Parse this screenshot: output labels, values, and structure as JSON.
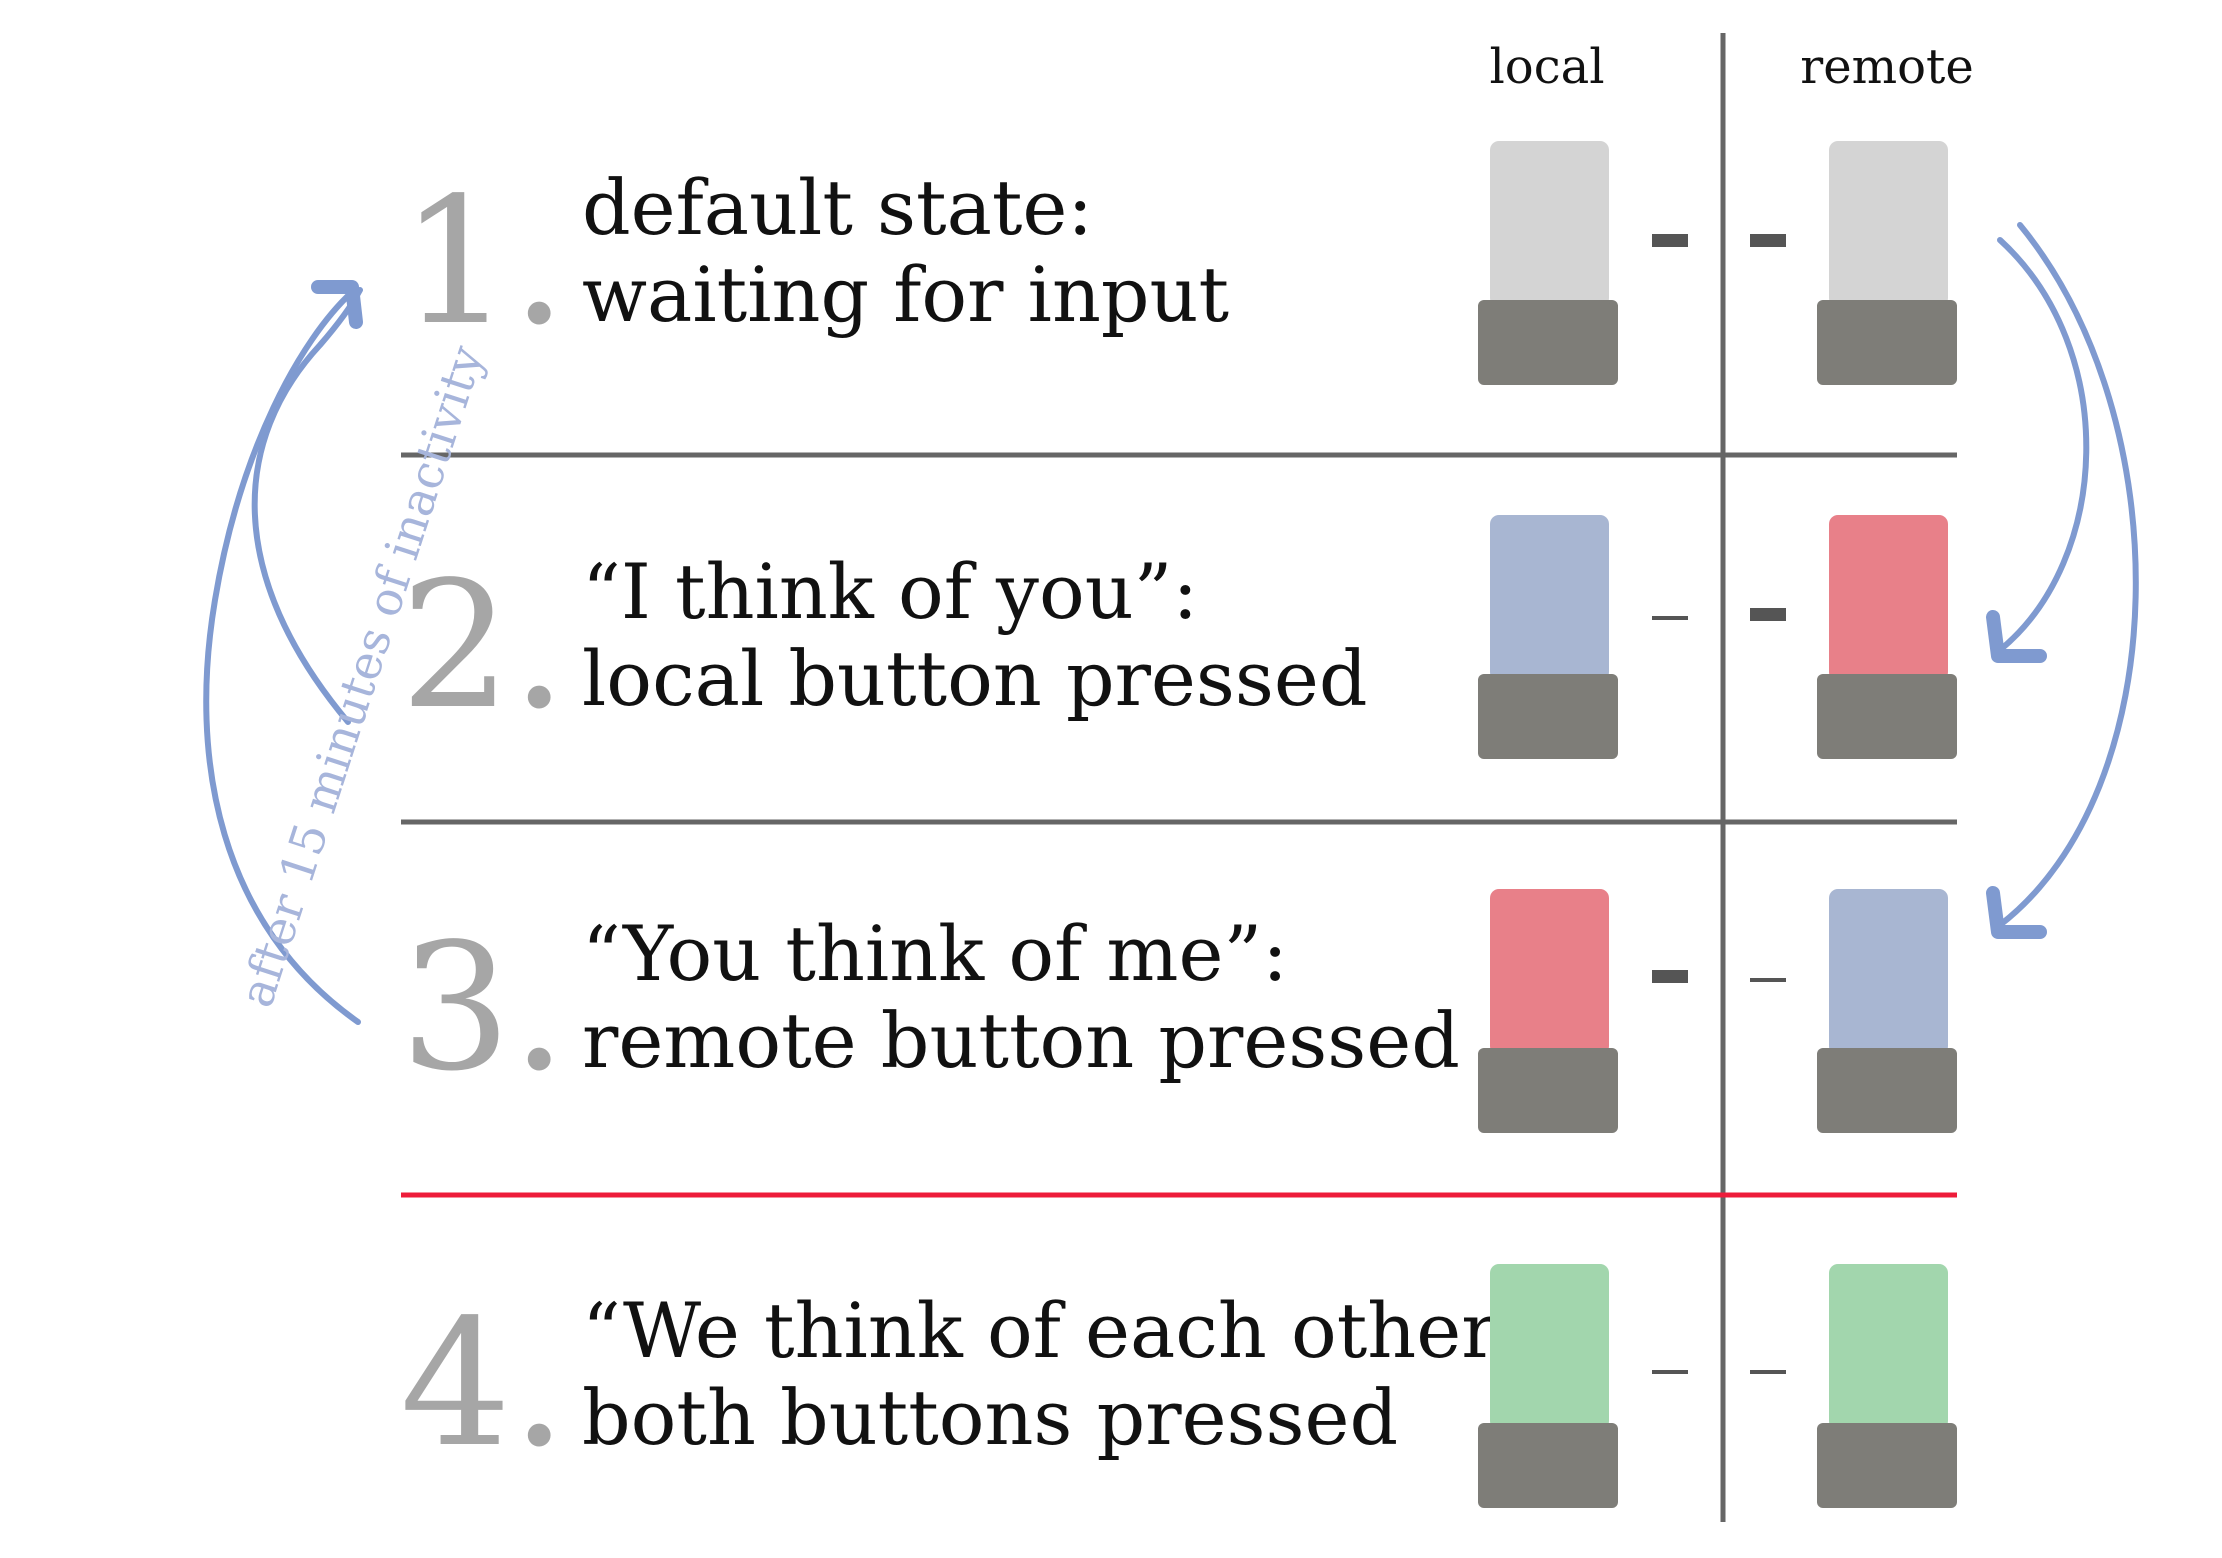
{
  "columns": {
    "local": "local",
    "remote": "remote"
  },
  "states": [
    {
      "number": "1.",
      "line1": "default state:",
      "line2": "waiting for input",
      "local_color": "#d4d4d4",
      "remote_color": "#d4d4d4",
      "local_led": "on",
      "remote_led": "on"
    },
    {
      "number": "2.",
      "line1": "“I think of you”:",
      "line2": "local button pressed",
      "local_color": "#a8b6d2",
      "remote_color": "#e88089",
      "local_led": "off",
      "remote_led": "on"
    },
    {
      "number": "3.",
      "line1": "“You think of me”:",
      "line2": "remote button pressed",
      "local_color": "#e88089",
      "remote_color": "#a8b6d2",
      "local_led": "on",
      "remote_led": "off"
    },
    {
      "number": "4.",
      "line1": "“We think of each other”",
      "line2": "both buttons pressed",
      "local_color": "#a2d6ad",
      "remote_color": "#a2d6ad",
      "local_led": "off",
      "remote_led": "off"
    }
  ],
  "timeout_note": "after 15 minutes of inactivity",
  "colors": {
    "idle": "#d4d4d4",
    "blue": "#a8b6d2",
    "red": "#e88089",
    "green": "#a2d6ad",
    "base": "#7e7d78",
    "divider": "#666666",
    "alert_divider": "#ee1c3a",
    "arrow": "#7f9ad0",
    "number": "#a6a6a6"
  }
}
